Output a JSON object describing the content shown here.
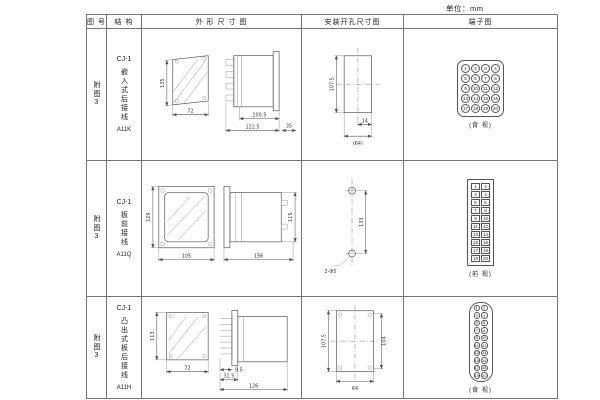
{
  "page": {
    "unit_label": "单位：mm"
  },
  "headers": {
    "figure": "图 号",
    "structure": "结 构",
    "outline": "外 形 尺 寸 图",
    "install": "安装开孔尺寸图",
    "terminal": "端子图"
  },
  "rows": [
    {
      "figure_no": "附图3",
      "model": "CJ-1",
      "structure": "嵌入式后接线",
      "code": "A11K",
      "outline_dims": {
        "height": "135",
        "width": "72",
        "len1": "100.5",
        "len2": "122.5",
        "depth": "35"
      },
      "install_dims": {
        "height": "107.5",
        "d1": "14",
        "d2": "(64)"
      },
      "terminal": {
        "view_label": "(背 视)",
        "numbers": [
          "1",
          "2",
          "3",
          "4",
          "5",
          "6",
          "7",
          "8",
          "9",
          "10",
          "11",
          "12",
          "13",
          "14",
          "15",
          "16",
          "17",
          "18",
          "19",
          "20"
        ]
      }
    },
    {
      "figure_no": "附图3",
      "model": "CJ-1",
      "structure": "板前接线",
      "code": "A11Q",
      "outline_dims": {
        "height": "129",
        "width": "105",
        "len1": "156",
        "side_height": "115"
      },
      "install_dims": {
        "spacing": "133",
        "holes": "2-Φ5"
      },
      "terminal": {
        "view_label": "(前 视)",
        "numbers": [
          "1",
          "2",
          "3",
          "4",
          "5",
          "6",
          "7",
          "8",
          "9",
          "10",
          "11",
          "12",
          "13",
          "14",
          "15",
          "16",
          "17",
          "18",
          "19",
          "20"
        ]
      }
    },
    {
      "figure_no": "附图3",
      "model": "CJ-1",
      "structure": "凸出式板后接线",
      "code": "A11H",
      "outline_dims": {
        "height": "113",
        "width": "72",
        "pin": "9.5",
        "len1": "31.5",
        "len2": "126"
      },
      "install_dims": {
        "height": "107.5",
        "inner": "104",
        "width": "64"
      },
      "terminal": {
        "view_label": "(背 视)",
        "numbers": [
          "1",
          "2",
          "3",
          "4",
          "5",
          "6",
          "7",
          "8",
          "9",
          "10",
          "11",
          "12",
          "13",
          "14",
          "15",
          "16",
          "17",
          "18",
          "19",
          "20"
        ]
      }
    }
  ]
}
